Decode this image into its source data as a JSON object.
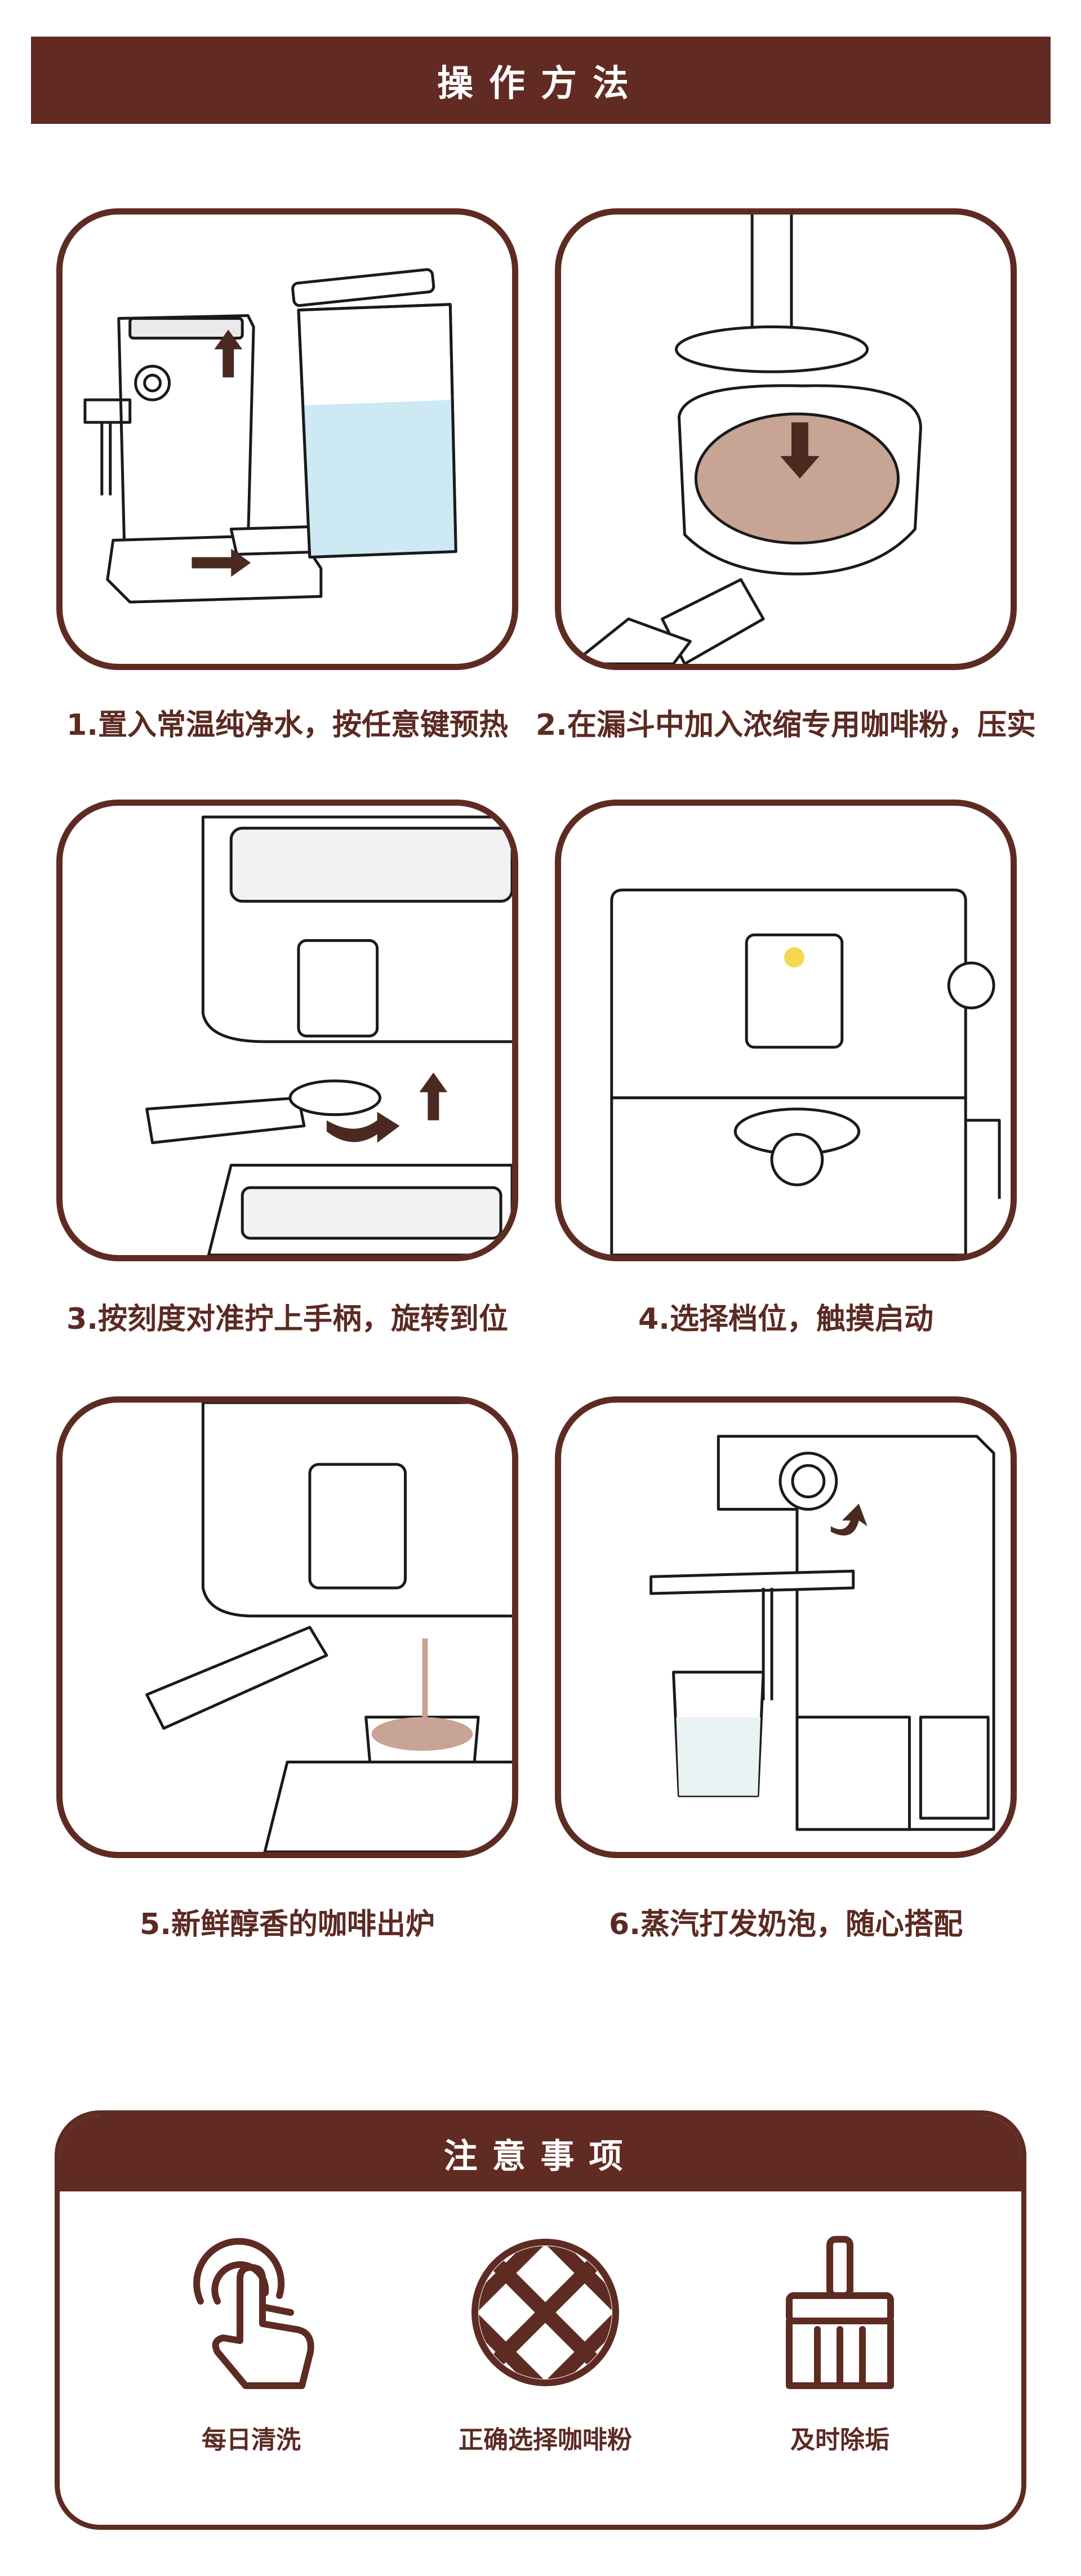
{
  "header": {
    "title": "操作方法"
  },
  "steps": [
    {
      "caption": "1.置入常温纯净水，按任意键预热"
    },
    {
      "caption": "2.在漏斗中加入浓缩专用咖啡粉，压实"
    },
    {
      "caption": "3.按刻度对准拧上手柄，旋转到位"
    },
    {
      "caption": "4.选择档位，触摸启动"
    },
    {
      "caption": "5.新鲜醇香的咖啡出炉"
    },
    {
      "caption": "6.蒸汽打发奶泡，随心搭配"
    }
  ],
  "notes": {
    "title": "注意事项",
    "items": [
      {
        "label": "每日清洗",
        "icon": "hand-pointer-icon"
      },
      {
        "label": "正确选择咖啡粉",
        "icon": "coffee-grind-icon"
      },
      {
        "label": "及时除垢",
        "icon": "brush-icon"
      }
    ]
  },
  "colors": {
    "brand": "#612b23",
    "line": "#1a1a1a",
    "water": "#cde9f3",
    "coffee": "#c7a493"
  }
}
